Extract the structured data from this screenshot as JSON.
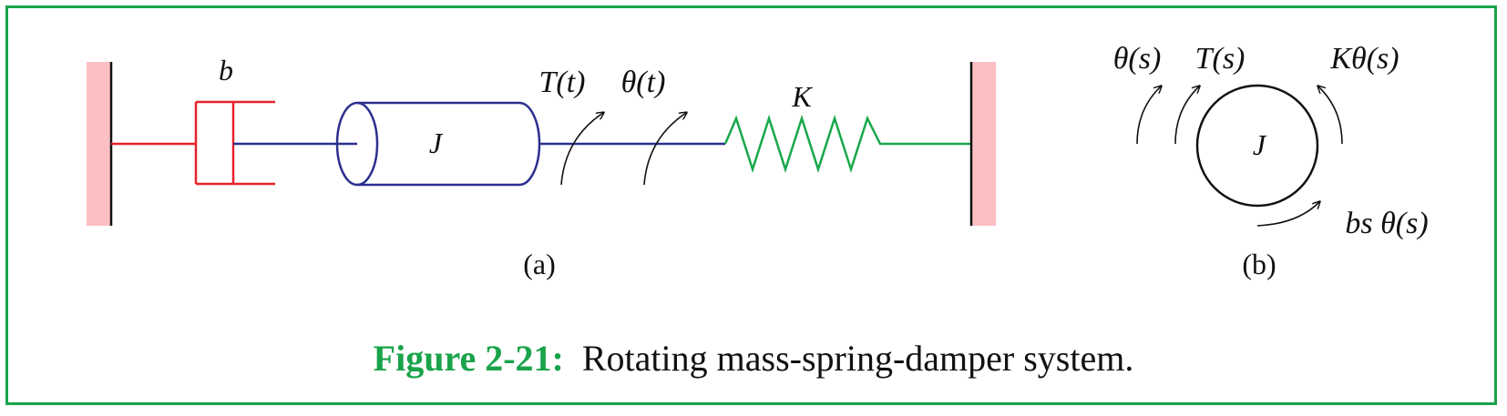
{
  "colors": {
    "frame": "#1aa34a",
    "wall": "#fbbfc4",
    "damper": "#e8202a",
    "mass": "#2b2f8f",
    "spring": "#18a84a",
    "ink": "#111111",
    "caption_label": "#1aa34a"
  },
  "diagram_a": {
    "damper_label": "b",
    "mass_label": "J",
    "torque_label": "T(t)",
    "angle_label": "θ(t)",
    "spring_label": "K",
    "sublabel": "(a)"
  },
  "diagram_b": {
    "mass_label": "J",
    "angle_label": "θ(s)",
    "torque_label": "T(s)",
    "spring_torque_label": "Kθ(s)",
    "damper_torque_label": "bs θ(s)",
    "sublabel": "(b)"
  },
  "caption": {
    "label": "Figure 2-21:",
    "text": "Rotating mass-spring-damper system."
  }
}
